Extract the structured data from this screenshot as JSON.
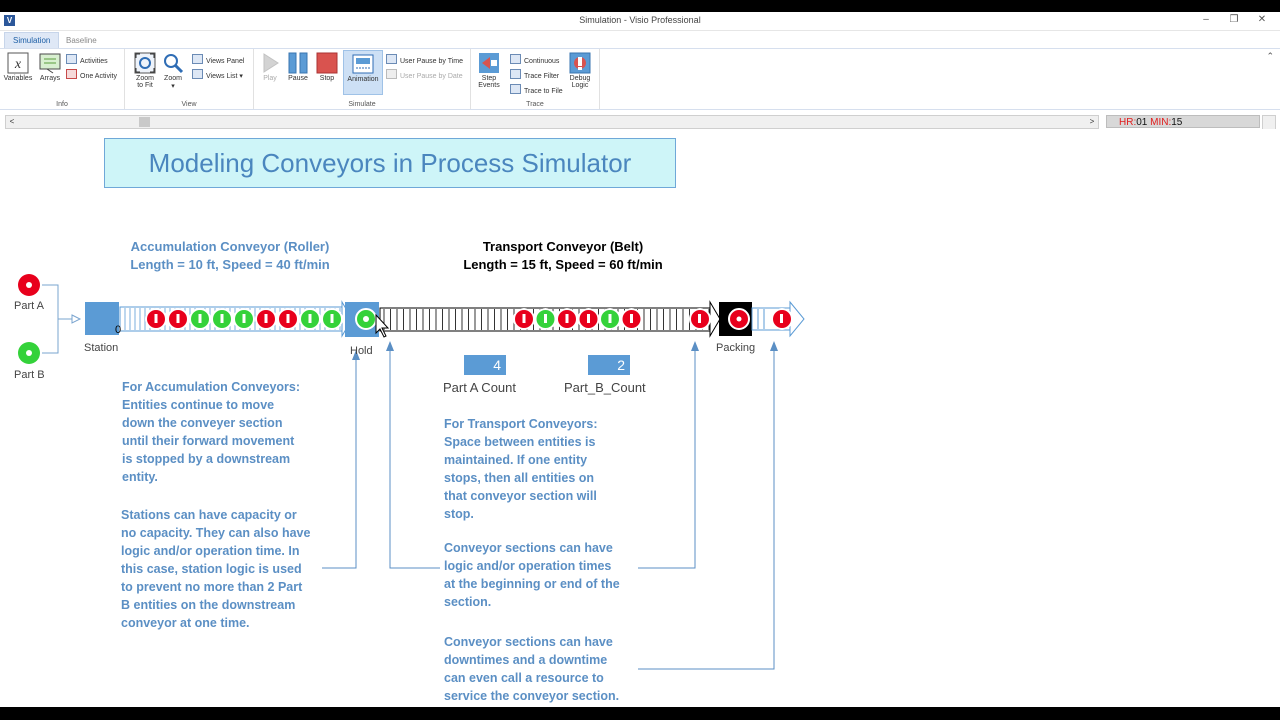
{
  "window": {
    "title": "Simulation - Visio Professional",
    "app_icon": "visio-icon"
  },
  "tabs": [
    {
      "label": "Simulation",
      "active": true
    },
    {
      "label": "Baseline",
      "active": false
    }
  ],
  "ribbon": {
    "info": {
      "group_label": "Info",
      "variables": "Variables",
      "arrays": "Arrays",
      "activities": "Activities",
      "one_activity": "One Activity"
    },
    "view": {
      "group_label": "View",
      "zoom_to_fit_1": "Zoom",
      "zoom_to_fit_2": "to Fit",
      "zoom": "Zoom",
      "views_panel": "Views Panel",
      "views_list": "Views List"
    },
    "simulate": {
      "group_label": "Simulate",
      "play": "Play",
      "pause": "Pause",
      "stop": "Stop",
      "animation": "Animation",
      "user_pause_time": "User Pause by Time",
      "user_pause_date": "User Pause by Date"
    },
    "trace": {
      "group_label": "Trace",
      "step_events_1": "Step",
      "step_events_2": "Events",
      "continuous": "Continuous",
      "trace_filter": "Trace Filter",
      "trace_to_file": "Trace to File",
      "debug_logic_1": "Debug",
      "debug_logic_2": "Logic"
    }
  },
  "clock": {
    "hr_label": "HR:",
    "hr_value": "01",
    "min_label": "MIN:",
    "min_value": "15"
  },
  "diagram": {
    "title": "Modeling Conveyors in Process Simulator",
    "accumulation_title_1": "Accumulation Conveyor (Roller)",
    "accumulation_title_2": "Length = 10 ft, Speed = 40 ft/min",
    "transport_title_1": "Transport Conveyor (Belt)",
    "transport_title_2": "Length = 15 ft, Speed = 60 ft/min",
    "part_a": "Part A",
    "part_b": "Part B",
    "station": "Station",
    "station_count": "0",
    "hold": "Hold",
    "packing": "Packing",
    "part_a_count_label": "Part A Count",
    "part_a_count_value": "4",
    "part_b_count_label": "Part_B_Count",
    "part_b_count_value": "2",
    "note_accumulation": [
      "For Accumulation Conveyors:",
      "Entities continue to move",
      "down the conveyer section",
      "until their forward movement",
      "is stopped by a downstream",
      "entity."
    ],
    "note_stations": [
      "Stations can have capacity or",
      "no capacity. They can also have",
      "logic and/or operation time. In",
      "this case, station logic is used",
      "to prevent no more than 2 Part",
      "B entities on the downstream",
      "conveyor at one time."
    ],
    "note_transport": [
      "For Transport Conveyors:",
      "Space between entities is",
      "maintained. If one entity",
      "stops, then all entities on",
      "that conveyor section will",
      "stop."
    ],
    "note_sections": [
      "Conveyor sections can have",
      "logic and/or operation times",
      "at the beginning or end of the",
      "section."
    ],
    "note_downtimes": [
      "Conveyor sections can have",
      "downtimes and a downtime",
      "can even call a resource to",
      "service the conveyor section."
    ],
    "accumulation_entities": [
      "red",
      "red",
      "green",
      "green",
      "green",
      "red",
      "red",
      "green",
      "green"
    ],
    "transport_entities": [
      "red",
      "green",
      "red",
      "red",
      "green",
      "red"
    ],
    "colors": {
      "red": "#e8001c",
      "green": "#34d23a",
      "blue": "#5b9bd5",
      "note": "#5b8fc4"
    }
  }
}
